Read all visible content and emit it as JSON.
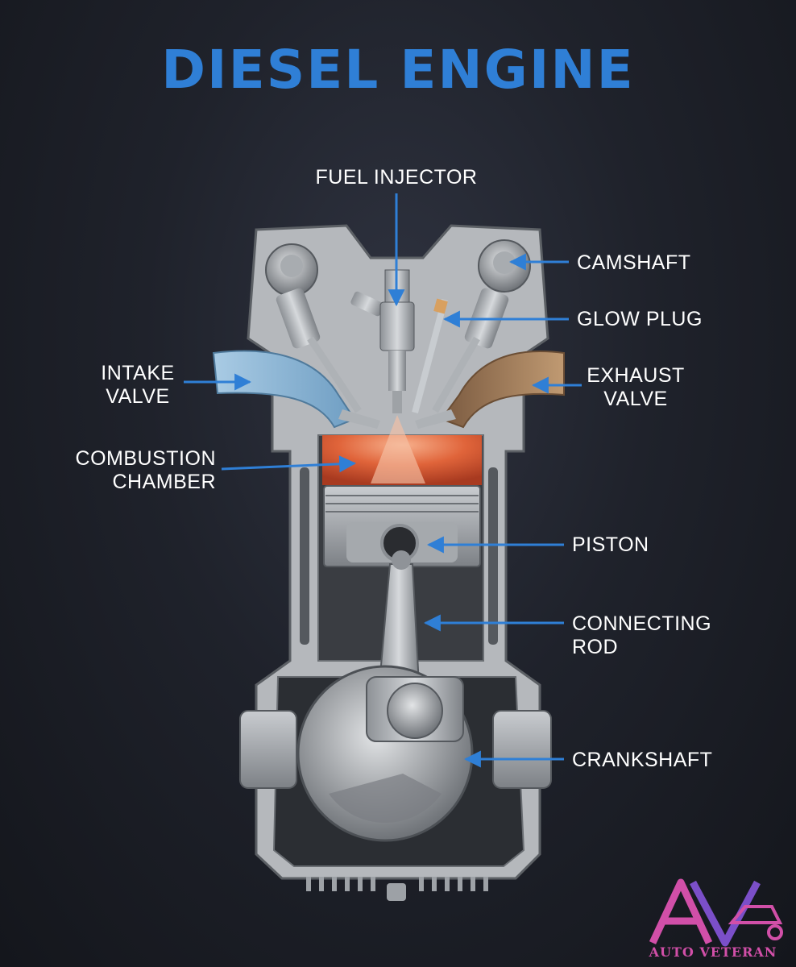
{
  "title": "DIESEL ENGINE",
  "labels": {
    "fuel_injector": "FUEL INJECTOR",
    "camshaft": "CAMSHAFT",
    "glow_plug": "GLOW PLUG",
    "intake_valve_1": "INTAKE",
    "intake_valve_2": "VALVE",
    "exhaust_valve_1": "EXHAUST",
    "exhaust_valve_2": "VALVE",
    "combustion_chamber_1": "COMBUSTION",
    "combustion_chamber_2": "CHAMBER",
    "piston": "PISTON",
    "connecting_rod_1": "CONNECTING",
    "connecting_rod_2": "ROD",
    "crankshaft": "CRANKSHAFT"
  },
  "logo": {
    "text": "AUTO VETERAN",
    "lettering": "AV"
  },
  "colors": {
    "title": "#2f7fd6",
    "arrow": "#2f7fd6",
    "label": "#ffffff",
    "logo": "#d14fa8",
    "combustion": "#e0643a",
    "intake_air": "#8fb8d8",
    "exhaust_gas": "#a07a58"
  }
}
